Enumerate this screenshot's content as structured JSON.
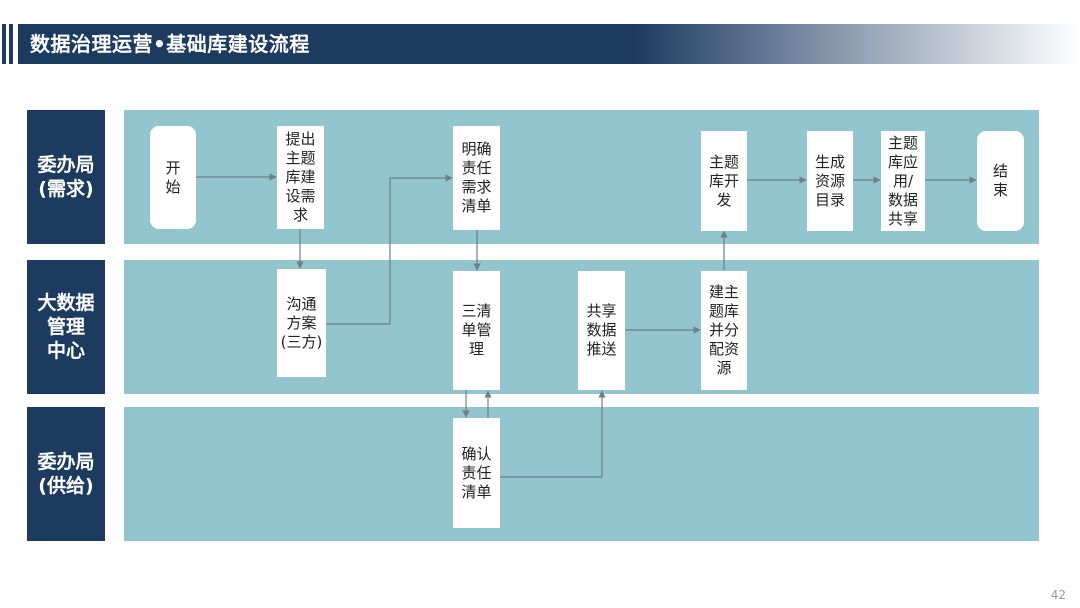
{
  "slide": {
    "title": "数据治理运营•基础库建设流程",
    "page_number": "42"
  },
  "lanes": [
    {
      "id": "demand",
      "label": "委办局\n(需求)"
    },
    {
      "id": "center",
      "label": "大数据\n管理\n中心"
    },
    {
      "id": "supply",
      "label": "委办局\n(供给)"
    }
  ],
  "nodes": {
    "start": "开\n始",
    "propose": "提出\n主题\n库建\n设需\n求",
    "clarify": "明确\n责任\n需求\n清单",
    "develop": "主题\n库开\n发",
    "catalog": "生成\n资源\n目录",
    "apply": "主题\n库应\n用/\n数据\n共享",
    "end": "结\n束",
    "negotiate": "沟通\n方案\n(三方)",
    "three_lists": "三清\n单管\n理",
    "push": "共享\n数据\n推送",
    "build": "建主\n题库\n并分\n配资\n源",
    "confirm": "确认\n责任\n清单"
  },
  "colors": {
    "navy": "#1d3a5f",
    "lane": "#92c5ce",
    "node": "#ffffff",
    "line": "#6f7f87"
  }
}
